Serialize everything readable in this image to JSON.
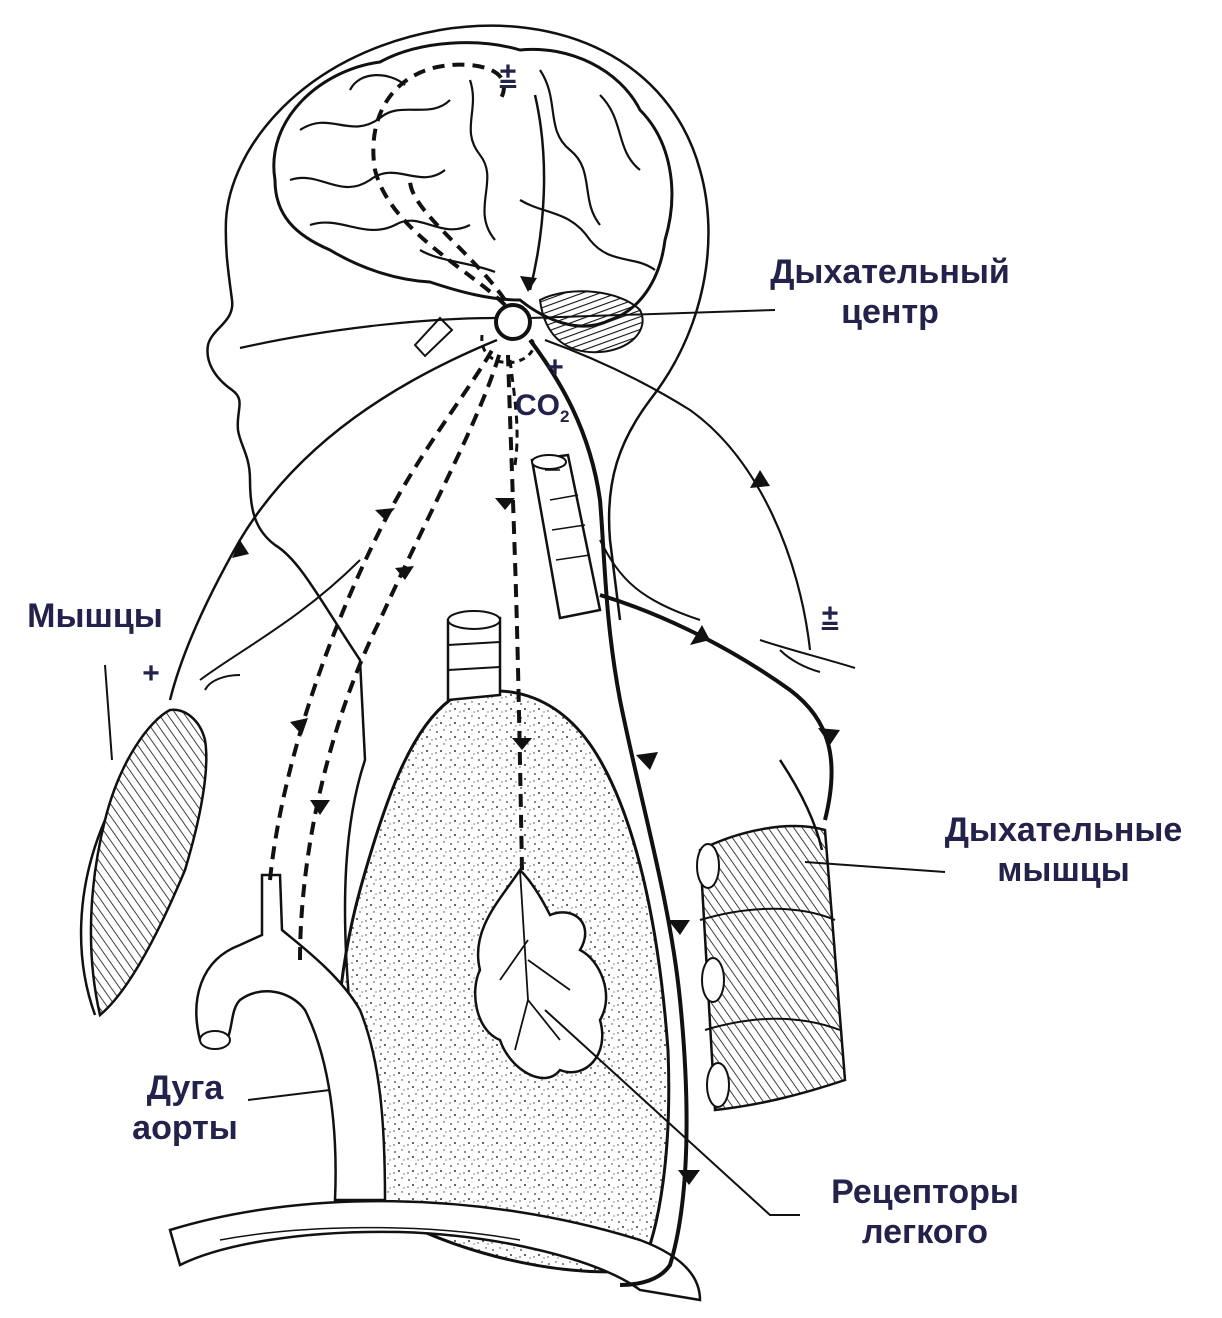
{
  "labels": {
    "respiratory_center": [
      "Дыхательный",
      "центр"
    ],
    "muscles": "Мышцы",
    "respiratory_muscles": [
      "Дыхательные",
      "мышцы"
    ],
    "aortic_arch": [
      "Дуга",
      "аорты"
    ],
    "lung_receptors": [
      "Рецепторы",
      "легкого"
    ],
    "co2": "CO",
    "co2_subscript": "2"
  },
  "signs": {
    "brain_cortex": "±",
    "chemoreceptor": "+",
    "muscle_input": "+",
    "intercostal": "±"
  },
  "colors": {
    "label": "#22224a",
    "line": "#111111",
    "background": "#ffffff"
  }
}
